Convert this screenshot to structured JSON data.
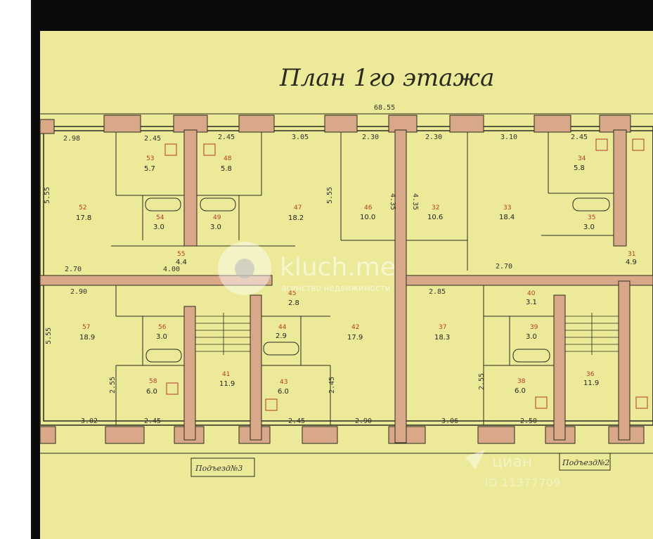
{
  "plan": {
    "title": "План 1го этажа",
    "overall_length": "68.55"
  },
  "rooms": [
    {
      "id": "r52",
      "num": "52",
      "area": "17.8"
    },
    {
      "id": "r53",
      "num": "53",
      "area": "5.7"
    },
    {
      "id": "r54",
      "num": "54",
      "area": "3.0"
    },
    {
      "id": "r48",
      "num": "48",
      "area": "5.8"
    },
    {
      "id": "r49",
      "num": "49",
      "area": "3.0"
    },
    {
      "id": "r47",
      "num": "47",
      "area": "18.2"
    },
    {
      "id": "r46",
      "num": "46",
      "area": "10.0"
    },
    {
      "id": "r32",
      "num": "32",
      "area": "10.6"
    },
    {
      "id": "r33",
      "num": "33",
      "area": "18.4"
    },
    {
      "id": "r34",
      "num": "34",
      "area": "5.8"
    },
    {
      "id": "r35",
      "num": "35",
      "area": "3.0"
    },
    {
      "id": "r55",
      "num": "55",
      "area": "4.4"
    },
    {
      "id": "r31",
      "num": "31",
      "area": "4.9"
    },
    {
      "id": "r57",
      "num": "57",
      "area": "18.9"
    },
    {
      "id": "r56",
      "num": "56",
      "area": "3.0"
    },
    {
      "id": "r58",
      "num": "58",
      "area": "6.0"
    },
    {
      "id": "r45",
      "num": "45",
      "area": "2.8"
    },
    {
      "id": "r44",
      "num": "44",
      "area": "2.9"
    },
    {
      "id": "r43",
      "num": "43",
      "area": "6.0"
    },
    {
      "id": "r42",
      "num": "42",
      "area": "17.9"
    },
    {
      "id": "r41",
      "num": "41",
      "area": "11.9"
    },
    {
      "id": "r37",
      "num": "37",
      "area": "18.3"
    },
    {
      "id": "r40",
      "num": "40",
      "area": "3.1"
    },
    {
      "id": "r39",
      "num": "39",
      "area": "3.0"
    },
    {
      "id": "r38",
      "num": "38",
      "area": "6.0"
    },
    {
      "id": "r36",
      "num": "36",
      "area": "11.9"
    }
  ],
  "dimensions": {
    "top": [
      "2.98",
      "2.45",
      "2.45",
      "3.05",
      "2.30",
      "2.30",
      "3.10",
      "2.45"
    ],
    "bottom": [
      "3.02",
      "2.45",
      "2.45",
      "2.90",
      "3.06",
      "2.50"
    ],
    "mid": [
      "2.70",
      "2.90",
      "2.85",
      "2.70",
      "4.00"
    ],
    "vertical": [
      "5.55",
      "5.55",
      "5.55",
      "4.35",
      "4.35",
      "2.55",
      "2.55",
      "2.45"
    ]
  },
  "entrances": {
    "entrance_3": "Подъезд№3",
    "entrance_2": "Подъезд№2"
  },
  "watermarks": {
    "kluch": "kluch.me",
    "kluch_sub": "агенство недвижимости",
    "cian": "циан",
    "cian_id": "ID 11377709"
  },
  "colors": {
    "paper": "#ecea98",
    "wall": "#d9a889",
    "line": "#2a2a20"
  }
}
